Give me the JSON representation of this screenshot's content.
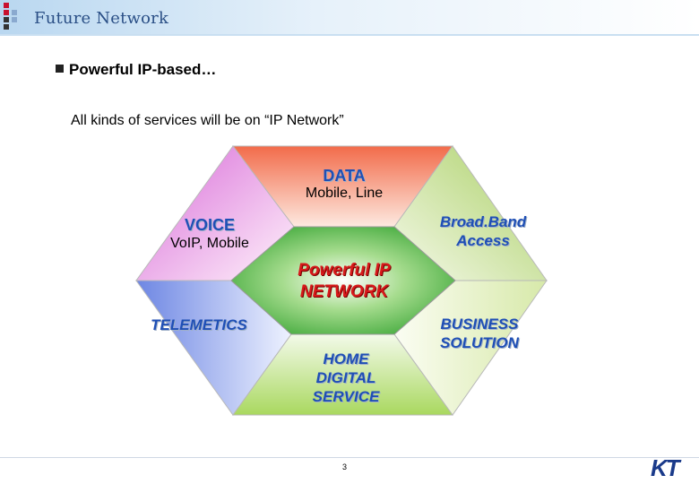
{
  "header": {
    "title": "Future Network"
  },
  "bullet": {
    "text": "Powerful IP-based…"
  },
  "intro": {
    "text": "All kinds of services will be on  “IP Network”"
  },
  "diagram": {
    "center": {
      "line1": "Powerful  IP",
      "line2": "NETWORK"
    },
    "data": {
      "title": "DATA",
      "sub": "Mobile, Line"
    },
    "voice": {
      "title": "VOICE",
      "sub": "VoIP, Mobile"
    },
    "broadband": {
      "line1": "Broad.Band",
      "line2": "Access"
    },
    "telemetics": {
      "title": "TELEMETICS"
    },
    "business": {
      "line1": "BUSINESS",
      "line2": "SOLUTION"
    },
    "home": {
      "line1": "HOME",
      "line2": "DIGITAL",
      "line3": "SERVICE"
    }
  },
  "footer": {
    "page": "3",
    "logo": "KT"
  },
  "colors": {
    "center": "#3fa83a",
    "data": "#f2a58f",
    "voice": "#e8a0e8",
    "broadband": "#cfe5a8",
    "telemetics": "#9fb4f0",
    "business": "#e3f0c0",
    "home": "#c9e89a",
    "title_blue": "#1f4fb5",
    "accent_red": "#d8191b"
  }
}
